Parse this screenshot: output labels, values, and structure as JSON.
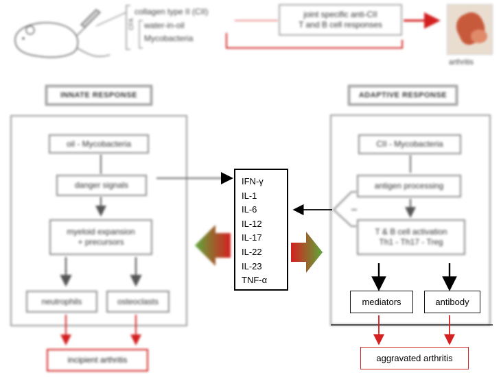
{
  "top_row": {
    "immunization_items": [
      "collagen type II (CII)",
      "water-in-oil",
      "Mycobacteria"
    ],
    "cfa_label": "CFA",
    "response_lines": [
      "joint specific anti-CII",
      "T and B cell responses"
    ],
    "outcome_label": "arthritis"
  },
  "innate": {
    "title": "INNATE RESPONSE",
    "steps": {
      "source": "oil - Mycobacteria",
      "danger": "danger signals",
      "myeloid_1": "myeloid expansion",
      "myeloid_2": "+ precursors",
      "neutrophils": "neutrophils",
      "osteoclasts": "osteoclasts"
    },
    "outcome": "incipient arthritis"
  },
  "adaptive": {
    "title": "ADAPTIVE RESPONSE",
    "steps": {
      "source": "CII - Mycobacteria",
      "processing": "antigen processing",
      "activation_1": "T & B cell activation",
      "activation_2": "Th1 - Th17 - Treg",
      "mediators": "mediators",
      "antibody": "antibody"
    },
    "outcome": "aggravated arthritis"
  },
  "cytokines": [
    "IFN-γ",
    "IL-1",
    "IL-6",
    "IL-12",
    "IL-17",
    "IL-22",
    "IL-23",
    "TNF-α"
  ],
  "colors": {
    "red": "#d32020",
    "green": "#5a9a3a",
    "gray_line": "#8a8a8a",
    "black": "#000000"
  }
}
